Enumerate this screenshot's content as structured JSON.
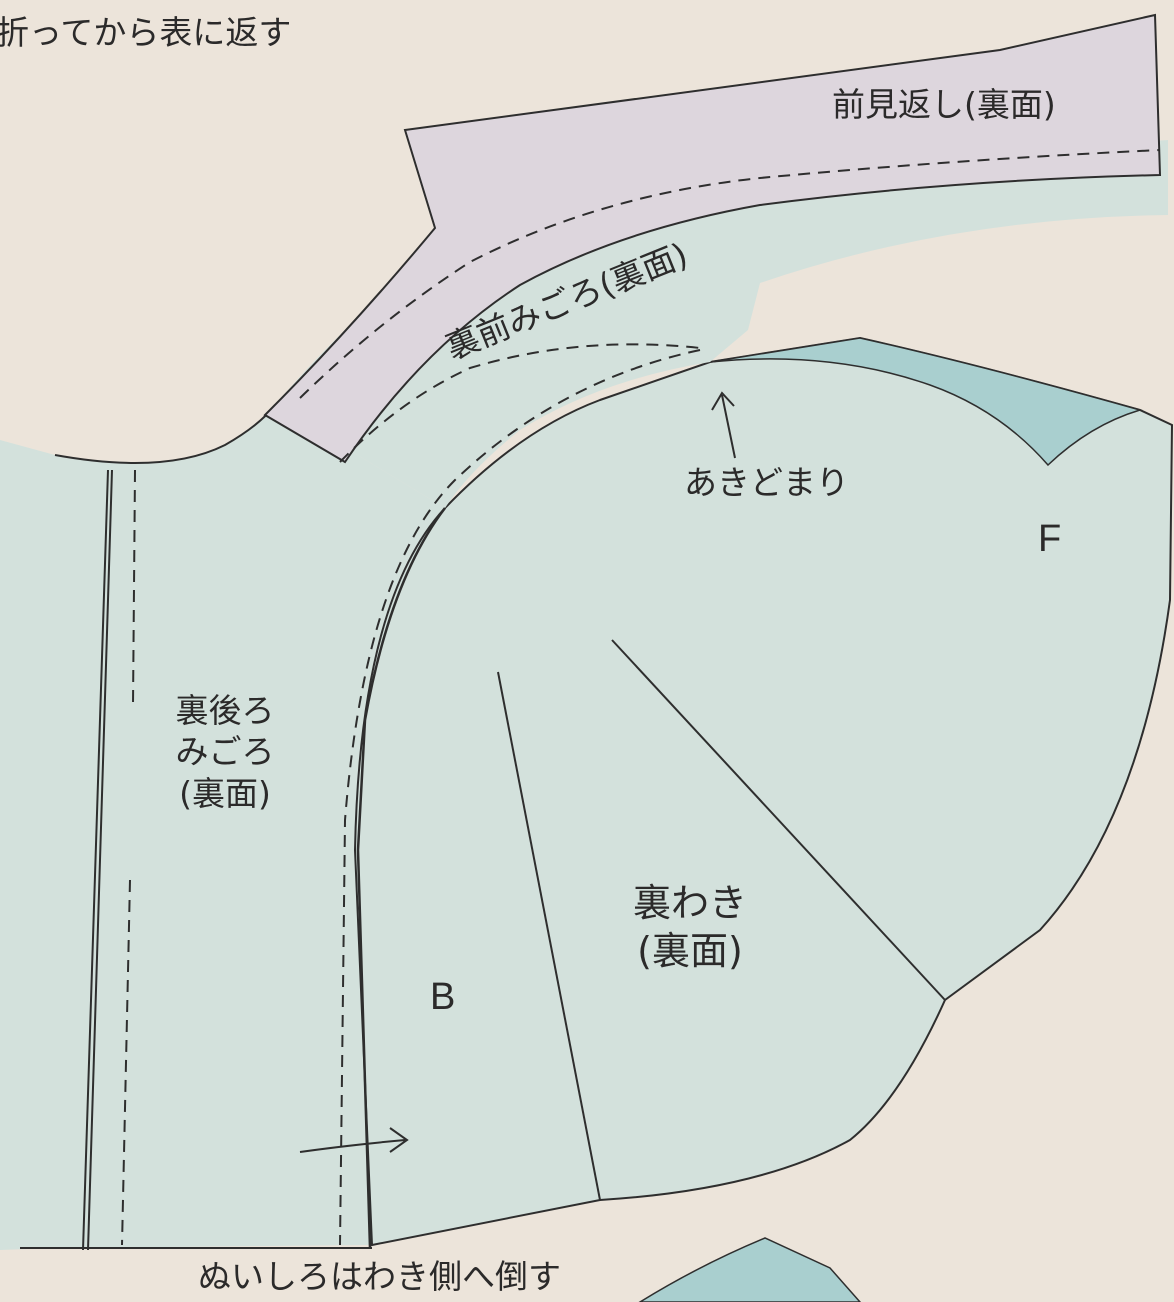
{
  "top_note": "折ってから表に返す",
  "labels": {
    "front_facing": "前見返し(裏面)",
    "lining_front": "裏前みごろ(裏面)",
    "opening_stop": "あきどまり",
    "lining_back_line1": "裏後ろ",
    "lining_back_line2": "みごろ",
    "lining_back_line3": "(裏面)",
    "lining_side_line1": "裏わき",
    "lining_side_line2": "(裏面)",
    "bottom_note": "ぬいしろはわき側へ倒す"
  },
  "letters": {
    "back": "B",
    "front": "F"
  },
  "colors": {
    "background": "#ece4da",
    "lining_fabric": "#d3e1dc",
    "facing_fabric": "#ddd6dd",
    "front_accent": "#a9cfcf",
    "outline": "#2e2e2e"
  }
}
